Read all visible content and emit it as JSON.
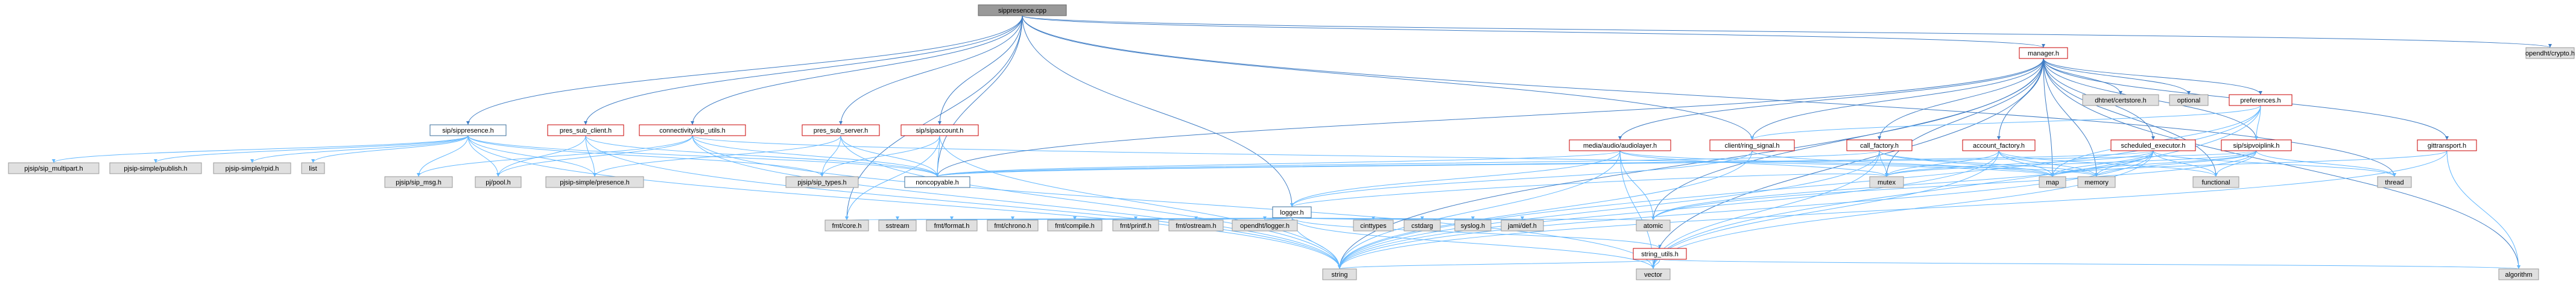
{
  "nodes": [
    {
      "id": "root",
      "label": "sippresence.cpp",
      "kind": "root"
    },
    {
      "id": "sippresence_h",
      "label": "sip/sippresence.h",
      "kind": "blue"
    },
    {
      "id": "pres_sub_client",
      "label": "pres_sub_client.h",
      "kind": "red"
    },
    {
      "id": "connectivity",
      "label": "connectivity/sip_utils.h",
      "kind": "red"
    },
    {
      "id": "pres_sub_server",
      "label": "pres_sub_server.h",
      "kind": "red"
    },
    {
      "id": "sipaccount",
      "label": "sip/sipaccount.h",
      "kind": "red"
    },
    {
      "id": "logger",
      "label": "logger.h",
      "kind": "blue"
    },
    {
      "id": "manager",
      "label": "manager.h",
      "kind": "red"
    },
    {
      "id": "opendht_crypto",
      "label": "opendht/crypto.h",
      "kind": "ext"
    },
    {
      "id": "pjsip_multipart",
      "label": "pjsip/sip_multipart.h",
      "kind": "ext"
    },
    {
      "id": "pjsip_publish",
      "label": "pjsip-simple/publish.h",
      "kind": "ext"
    },
    {
      "id": "pjsip_rpid",
      "label": "pjsip-simple/rpid.h",
      "kind": "ext"
    },
    {
      "id": "list",
      "label": "list",
      "kind": "ext"
    },
    {
      "id": "pjsip_msg",
      "label": "pjsip/sip_msg.h",
      "kind": "ext"
    },
    {
      "id": "pjlib",
      "label": "pj/pool.h",
      "kind": "ext"
    },
    {
      "id": "pjsip_presence",
      "label": "pjsip-simple/presence.h",
      "kind": "ext"
    },
    {
      "id": "pjsip_types",
      "label": "pjsip/sip_types.h",
      "kind": "ext"
    },
    {
      "id": "noncopyable",
      "label": "noncopyable.h",
      "kind": "blue"
    },
    {
      "id": "media_audiolayer",
      "label": "media/audio/audiolayer.h",
      "kind": "red"
    },
    {
      "id": "client_ring_signal",
      "label": "client/ring_signal.h",
      "kind": "red"
    },
    {
      "id": "call_factory",
      "label": "call_factory.h",
      "kind": "red"
    },
    {
      "id": "account_factory",
      "label": "account_factory.h",
      "kind": "red"
    },
    {
      "id": "scheduled_executor",
      "label": "scheduled_executor.h",
      "kind": "red"
    },
    {
      "id": "preferences",
      "label": "preferences.h",
      "kind": "red"
    },
    {
      "id": "sipvoiplink",
      "label": "sip/sipvoiplink.h",
      "kind": "red"
    },
    {
      "id": "gittransport",
      "label": "gittransport.h",
      "kind": "red"
    },
    {
      "id": "dhtnet_certstore",
      "label": "dhtnet/certstore.h",
      "kind": "ext"
    },
    {
      "id": "optional",
      "label": "optional",
      "kind": "ext"
    },
    {
      "id": "mutex",
      "label": "mutex",
      "kind": "ext"
    },
    {
      "id": "map",
      "label": "map",
      "kind": "ext"
    },
    {
      "id": "memory",
      "label": "memory",
      "kind": "ext"
    },
    {
      "id": "functional",
      "label": "functional",
      "kind": "ext"
    },
    {
      "id": "thread",
      "label": "thread",
      "kind": "ext"
    },
    {
      "id": "fmt_core",
      "label": "fmt/core.h",
      "kind": "ext"
    },
    {
      "id": "sstream",
      "label": "sstream",
      "kind": "ext"
    },
    {
      "id": "fmt_format",
      "label": "fmt/format.h",
      "kind": "ext"
    },
    {
      "id": "fmt_chrono",
      "label": "fmt/chrono.h",
      "kind": "ext"
    },
    {
      "id": "fmt_compile",
      "label": "fmt/compile.h",
      "kind": "ext"
    },
    {
      "id": "fmt_printf",
      "label": "fmt/printf.h",
      "kind": "ext"
    },
    {
      "id": "fmt_ostream",
      "label": "fmt/ostream.h",
      "kind": "ext"
    },
    {
      "id": "opendht_logger",
      "label": "opendht/logger.h",
      "kind": "ext"
    },
    {
      "id": "cinttypes",
      "label": "cinttypes",
      "kind": "ext"
    },
    {
      "id": "cstdarg",
      "label": "cstdarg",
      "kind": "ext"
    },
    {
      "id": "syslog",
      "label": "syslog.h",
      "kind": "ext"
    },
    {
      "id": "jami_def",
      "label": "jami/def.h",
      "kind": "ext"
    },
    {
      "id": "atomic",
      "label": "atomic",
      "kind": "ext"
    },
    {
      "id": "string_utils",
      "label": "string_utils.h",
      "kind": "red"
    },
    {
      "id": "string",
      "label": "string",
      "kind": "ext"
    },
    {
      "id": "vector",
      "label": "vector",
      "kind": "ext"
    },
    {
      "id": "algorithm",
      "label": "algorithm",
      "kind": "ext"
    }
  ],
  "edges": [
    [
      "root",
      "sippresence_h"
    ],
    [
      "root",
      "pres_sub_client"
    ],
    [
      "root",
      "connectivity"
    ],
    [
      "root",
      "pres_sub_server"
    ],
    [
      "root",
      "sipaccount"
    ],
    [
      "root",
      "logger"
    ],
    [
      "root",
      "manager"
    ],
    [
      "root",
      "opendht_crypto"
    ],
    [
      "root",
      "client_ring_signal"
    ],
    [
      "root",
      "thread"
    ],
    [
      "root",
      "noncopyable"
    ],
    [
      "root",
      "fmt_core"
    ],
    [
      "sippresence_h",
      "pjsip_multipart"
    ],
    [
      "sippresence_h",
      "pjsip_publish"
    ],
    [
      "sippresence_h",
      "pjsip_rpid"
    ],
    [
      "sippresence_h",
      "list"
    ],
    [
      "sippresence_h",
      "pjsip_msg"
    ],
    [
      "sippresence_h",
      "pjlib"
    ],
    [
      "sippresence_h",
      "pjsip_presence"
    ],
    [
      "sippresence_h",
      "pjsip_types"
    ],
    [
      "sippresence_h",
      "noncopyable"
    ],
    [
      "sippresence_h",
      "string"
    ],
    [
      "pres_sub_client",
      "pjlib"
    ],
    [
      "pres_sub_client",
      "pjsip_presence"
    ],
    [
      "pres_sub_client",
      "noncopyable"
    ],
    [
      "pres_sub_client",
      "string"
    ],
    [
      "connectivity",
      "pjsip_msg"
    ],
    [
      "connectivity",
      "pjlib"
    ],
    [
      "connectivity",
      "noncopyable"
    ],
    [
      "connectivity",
      "string"
    ],
    [
      "connectivity",
      "vector"
    ],
    [
      "connectivity",
      "map"
    ],
    [
      "pres_sub_server",
      "pjsip_types"
    ],
    [
      "pres_sub_server",
      "pjsip_presence"
    ],
    [
      "pres_sub_server",
      "noncopyable"
    ],
    [
      "pres_sub_server",
      "string"
    ],
    [
      "sipaccount",
      "pjsip_types"
    ],
    [
      "sipaccount",
      "noncopyable"
    ],
    [
      "sipaccount",
      "fmt_core"
    ],
    [
      "sipaccount",
      "string"
    ],
    [
      "logger",
      "fmt_core"
    ],
    [
      "logger",
      "sstream"
    ],
    [
      "logger",
      "fmt_format"
    ],
    [
      "logger",
      "fmt_chrono"
    ],
    [
      "logger",
      "fmt_compile"
    ],
    [
      "logger",
      "fmt_printf"
    ],
    [
      "logger",
      "fmt_ostream"
    ],
    [
      "logger",
      "opendht_logger"
    ],
    [
      "logger",
      "cinttypes"
    ],
    [
      "logger",
      "cstdarg"
    ],
    [
      "logger",
      "syslog"
    ],
    [
      "logger",
      "jami_def"
    ],
    [
      "logger",
      "atomic"
    ],
    [
      "logger",
      "string_utils"
    ],
    [
      "logger",
      "string"
    ],
    [
      "logger",
      "vector"
    ],
    [
      "logger",
      "mutex"
    ],
    [
      "manager",
      "media_audiolayer"
    ],
    [
      "manager",
      "client_ring_signal"
    ],
    [
      "manager",
      "call_factory"
    ],
    [
      "manager",
      "account_factory"
    ],
    [
      "manager",
      "scheduled_executor"
    ],
    [
      "manager",
      "preferences"
    ],
    [
      "manager",
      "sipvoiplink"
    ],
    [
      "manager",
      "gittransport"
    ],
    [
      "manager",
      "dhtnet_certstore"
    ],
    [
      "manager",
      "optional"
    ],
    [
      "manager",
      "memory"
    ],
    [
      "manager",
      "map"
    ],
    [
      "manager",
      "string"
    ],
    [
      "manager",
      "vector"
    ],
    [
      "manager",
      "algorithm"
    ],
    [
      "manager",
      "atomic"
    ],
    [
      "manager",
      "noncopyable"
    ],
    [
      "manager",
      "mutex"
    ],
    [
      "manager",
      "functional"
    ],
    [
      "media_audiolayer",
      "noncopyable"
    ],
    [
      "media_audiolayer",
      "logger"
    ],
    [
      "media_audiolayer",
      "atomic"
    ],
    [
      "media_audiolayer",
      "memory"
    ],
    [
      "media_audiolayer",
      "vector"
    ],
    [
      "media_audiolayer",
      "string"
    ],
    [
      "media_audiolayer",
      "mutex"
    ],
    [
      "client_ring_signal",
      "logger"
    ],
    [
      "client_ring_signal",
      "string"
    ],
    [
      "client_ring_signal",
      "map"
    ],
    [
      "call_factory",
      "mutex"
    ],
    [
      "call_factory",
      "map"
    ],
    [
      "call_factory",
      "memory"
    ],
    [
      "call_factory",
      "string"
    ],
    [
      "call_factory",
      "vector"
    ],
    [
      "call_factory",
      "noncopyable"
    ],
    [
      "account_factory",
      "mutex"
    ],
    [
      "account_factory",
      "map"
    ],
    [
      "account_factory",
      "memory"
    ],
    [
      "account_factory",
      "string"
    ],
    [
      "account_factory",
      "vector"
    ],
    [
      "account_factory",
      "functional"
    ],
    [
      "scheduled_executor",
      "thread"
    ],
    [
      "scheduled_executor",
      "functional"
    ],
    [
      "scheduled_executor",
      "map"
    ],
    [
      "scheduled_executor",
      "vector"
    ],
    [
      "scheduled_executor",
      "atomic"
    ],
    [
      "scheduled_executor",
      "mutex"
    ],
    [
      "scheduled_executor",
      "memory"
    ],
    [
      "scheduled_executor",
      "noncopyable"
    ],
    [
      "scheduled_executor",
      "string"
    ],
    [
      "preferences",
      "client_ring_signal"
    ],
    [
      "preferences",
      "sipvoiplink"
    ],
    [
      "preferences",
      "string"
    ],
    [
      "preferences",
      "map"
    ],
    [
      "preferences",
      "vector"
    ],
    [
      "sipvoiplink",
      "noncopyable"
    ],
    [
      "sipvoiplink",
      "map"
    ],
    [
      "sipvoiplink",
      "thread"
    ],
    [
      "sipvoiplink",
      "memory"
    ],
    [
      "sipvoiplink",
      "functional"
    ],
    [
      "sipvoiplink",
      "atomic"
    ],
    [
      "sipvoiplink",
      "mutex"
    ],
    [
      "gittransport",
      "algorithm"
    ],
    [
      "gittransport",
      "string"
    ],
    [
      "gittransport",
      "map"
    ],
    [
      "string_utils",
      "string"
    ],
    [
      "string_utils",
      "vector"
    ],
    [
      "string_utils",
      "algorithm"
    ]
  ]
}
